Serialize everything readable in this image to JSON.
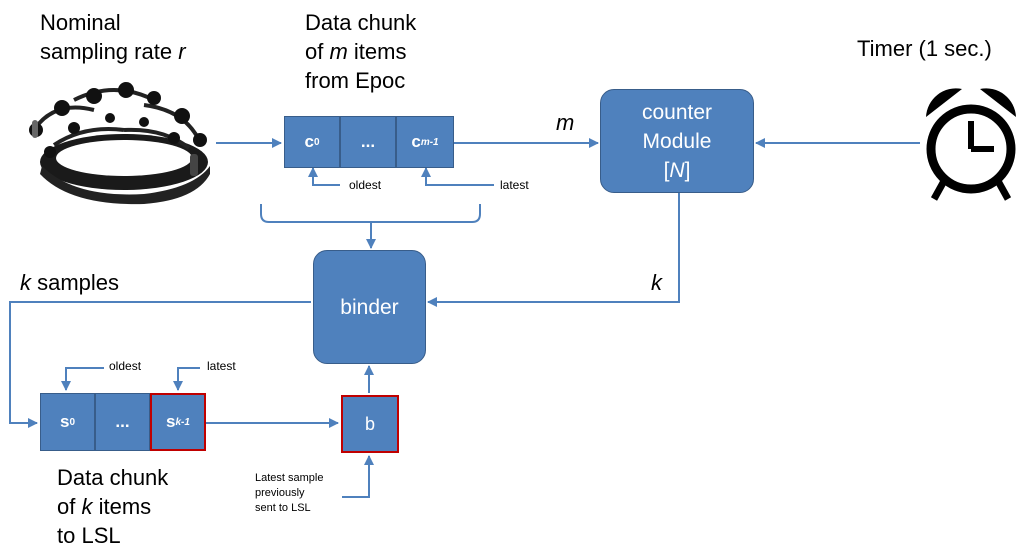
{
  "labels": {
    "nominal_line1": "Nominal",
    "nominal_line2": "sampling rate ",
    "nominal_var": "r",
    "data_chunk_m_line1": "Data chunk",
    "data_chunk_m_line2_pre": "of ",
    "data_chunk_m_var": "m",
    "data_chunk_m_line2_post": " items",
    "data_chunk_m_line3": "from Epoc",
    "timer": "Timer (1 sec.)",
    "m_arrow": "m",
    "k_arrow": "k",
    "k_samples_var": "k",
    "k_samples_text": " samples",
    "data_chunk_k_line1": "Data chunk",
    "data_chunk_k_line2_pre": "of ",
    "data_chunk_k_var": "k",
    "data_chunk_k_line2_post": " items",
    "data_chunk_k_line3": "to LSL",
    "latest_sample_line1": "Latest sample",
    "latest_sample_line2": "previously",
    "latest_sample_line3": "sent to LSL"
  },
  "top_array": {
    "cells": [
      {
        "main": "c",
        "sub": "0"
      },
      {
        "main": "...",
        "sub": ""
      },
      {
        "main": "c",
        "sub": "m-1"
      }
    ],
    "oldest": "oldest",
    "latest": "latest"
  },
  "bottom_array": {
    "cells": [
      {
        "main": "s",
        "sub": "0"
      },
      {
        "main": "...",
        "sub": ""
      },
      {
        "main": "s",
        "sub": "k-1"
      }
    ],
    "oldest": "oldest",
    "latest": "latest"
  },
  "counter": {
    "line1": "counter",
    "line2": "Module",
    "line3_pre": "[",
    "line3_var": "N",
    "line3_post": "]"
  },
  "binder": {
    "label": "binder"
  },
  "b_box": {
    "label": "b"
  },
  "icons": [
    "eeg-headset-icon",
    "alarm-clock-icon"
  ],
  "colors": {
    "box_fill": "#4f81bd",
    "box_border": "#385d8a",
    "arrow": "#4f81bd",
    "highlight_border": "#c00000"
  }
}
